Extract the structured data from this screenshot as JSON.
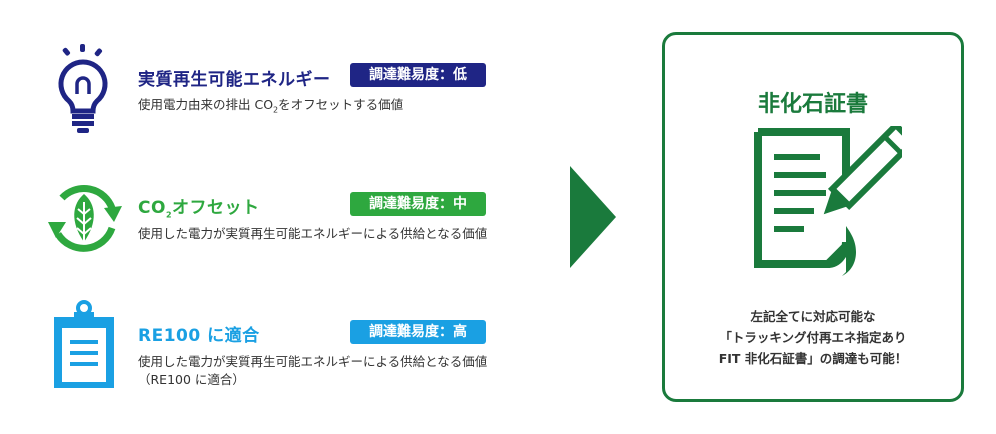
{
  "colors": {
    "low": "#1f2585",
    "mid": "#2ea83f",
    "high": "#1aa0e3",
    "cert": "#1a7a3c"
  },
  "items": [
    {
      "title": "実質再生可能エネルギー",
      "badge": "調達難易度：低",
      "desc": "使用電力由来の排出 CO",
      "desc_sub": "2",
      "desc_tail": "をオフセットする価値",
      "icon": "lightbulb-icon"
    },
    {
      "title_pre": "CO",
      "title_sub": "2",
      "title": "オフセット",
      "badge": "調達難易度：中",
      "desc": "使用した電力が実質再生可能エネルギーによる供給となる価値",
      "icon": "recycle-leaf-icon"
    },
    {
      "title": "RE100 に適合",
      "badge": "調達難易度：高",
      "desc": "使用した電力が実質再生可能エネルギーによる供給となる価値",
      "desc2": "（RE100 に適合）",
      "icon": "clipboard-icon"
    }
  ],
  "certificate": {
    "title": "非化石証書",
    "lines": [
      "左記全てに対応可能な",
      "「トラッキング付再エネ指定あり",
      "FIT 非化石証書」の調達も可能！"
    ],
    "icon": "document-pen-icon"
  }
}
